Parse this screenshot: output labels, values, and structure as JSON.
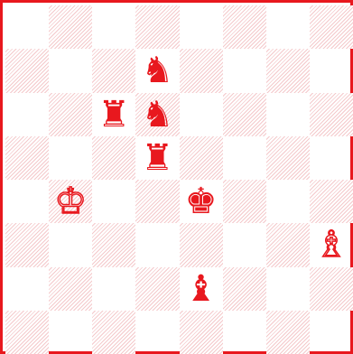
{
  "board": {
    "size": 8,
    "piece_color": "#e8181e",
    "pieces": [
      {
        "sq": "d7",
        "type": "knight",
        "style": "solid",
        "icon": "knight-icon"
      },
      {
        "sq": "c6",
        "type": "rook",
        "style": "solid",
        "icon": "rook-icon"
      },
      {
        "sq": "d6",
        "type": "knight",
        "style": "solid",
        "icon": "knight-icon"
      },
      {
        "sq": "d5",
        "type": "rook",
        "style": "solid",
        "icon": "rook-icon"
      },
      {
        "sq": "b4",
        "type": "king",
        "style": "hollow",
        "icon": "king-icon"
      },
      {
        "sq": "e4",
        "type": "king",
        "style": "solid",
        "icon": "king-icon"
      },
      {
        "sq": "h3",
        "type": "bishop",
        "style": "hollow",
        "icon": "bishop-icon"
      },
      {
        "sq": "e2",
        "type": "bishop",
        "style": "solid",
        "icon": "bishop-icon"
      }
    ]
  }
}
